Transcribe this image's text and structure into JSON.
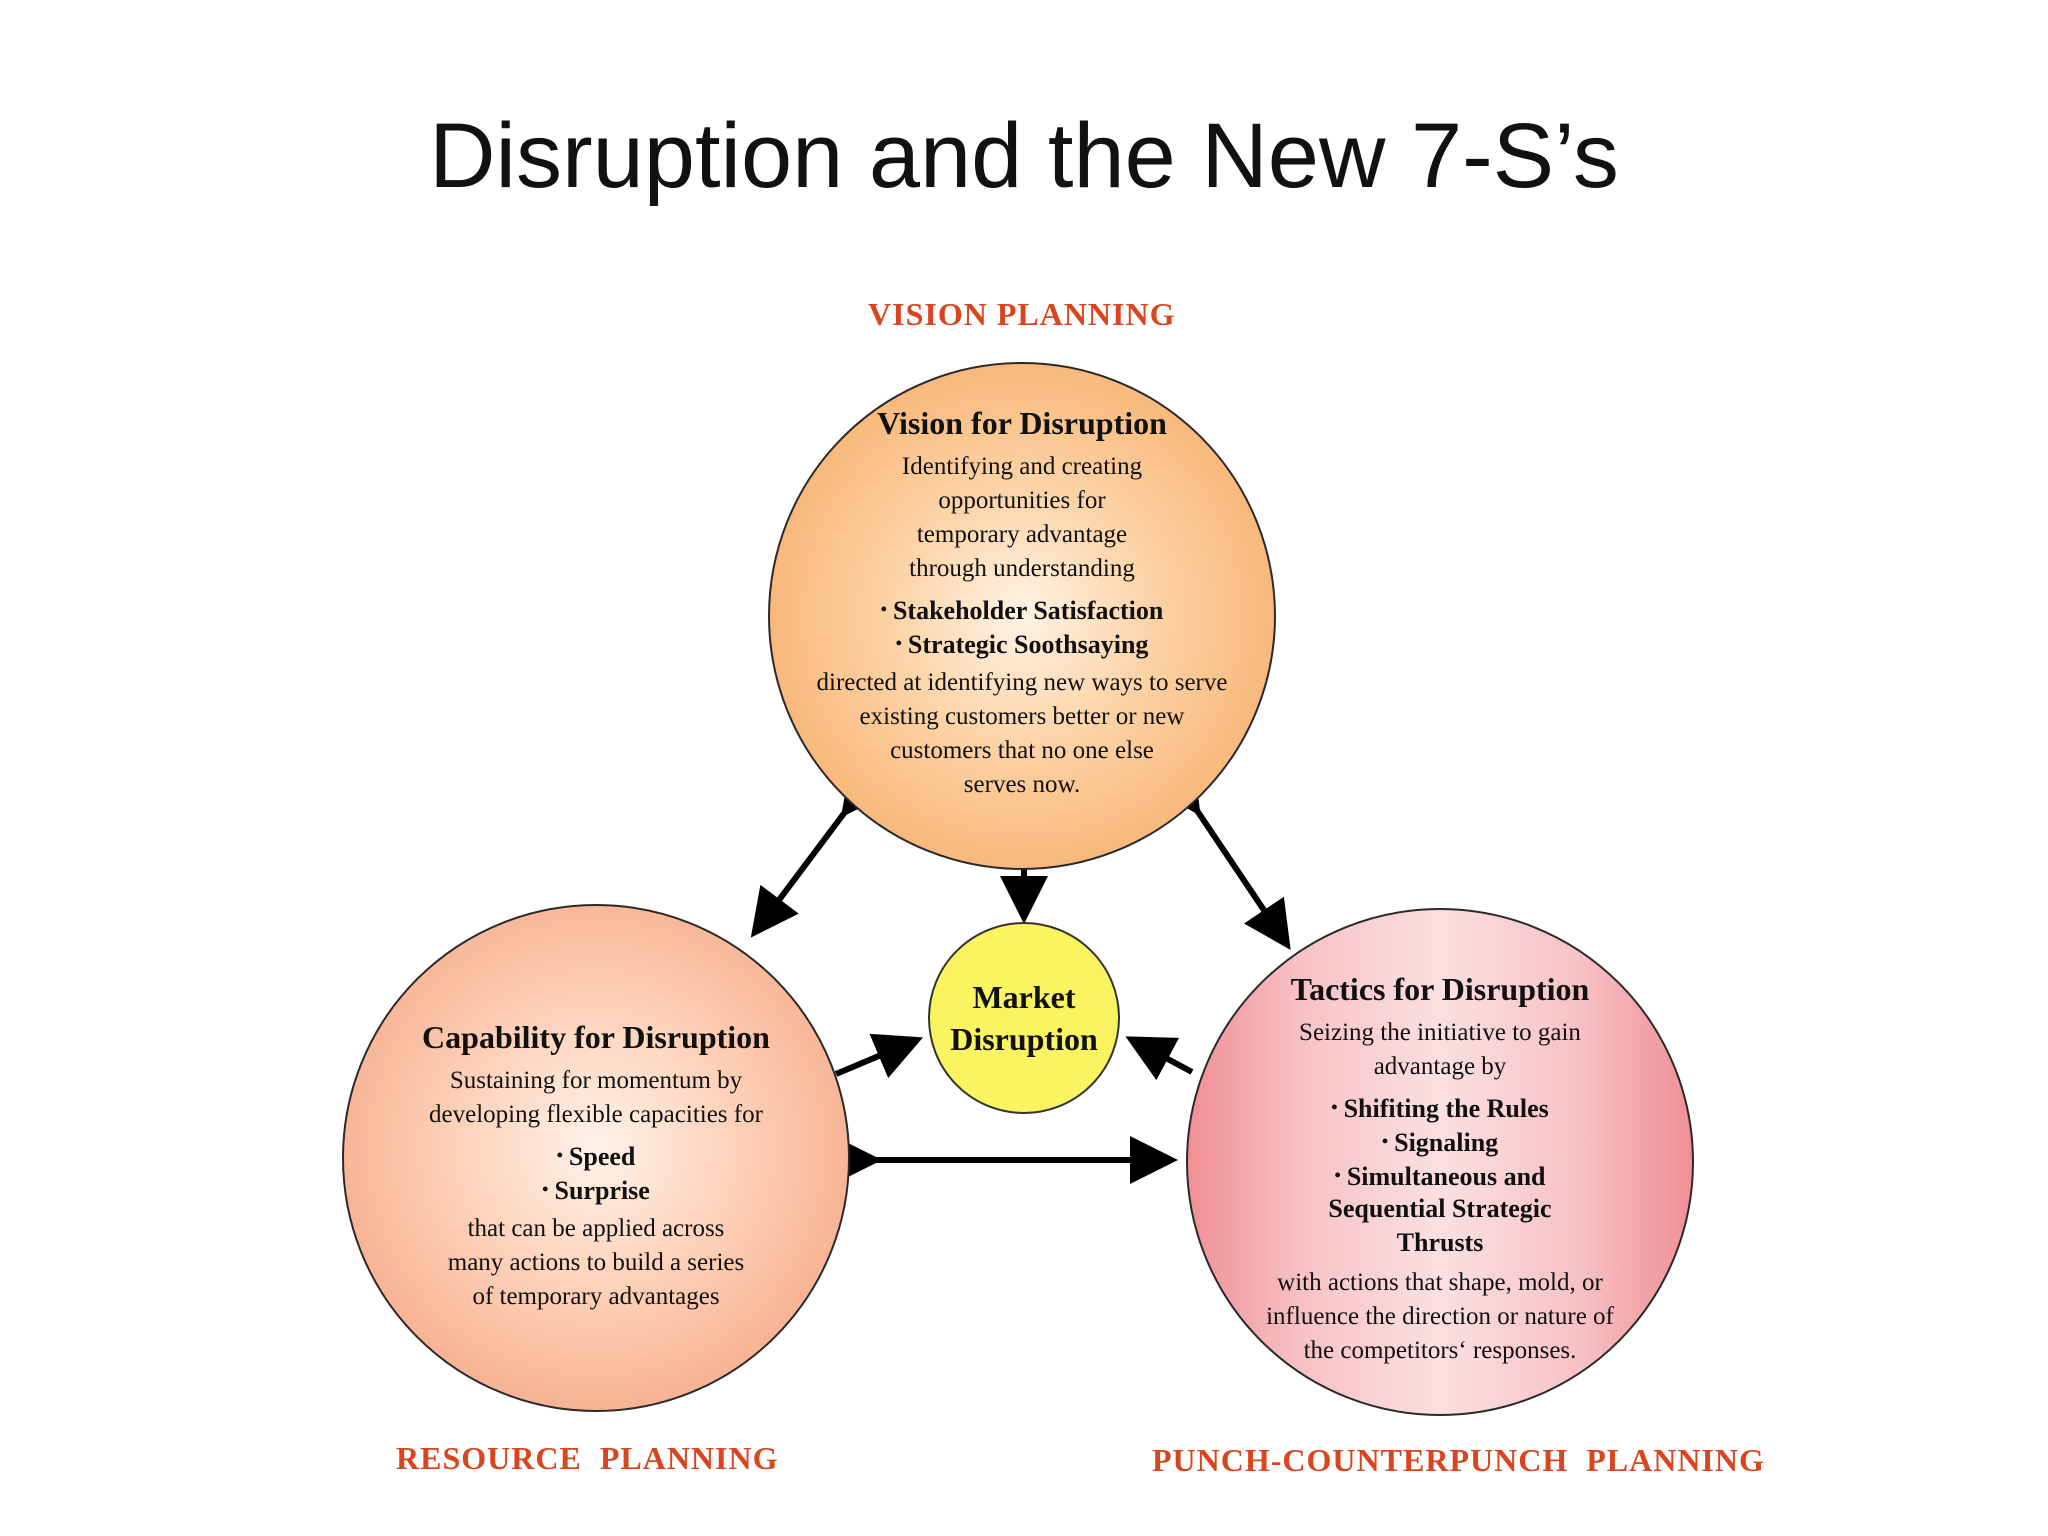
{
  "slide": {
    "title": "Disruption and the New 7-S’s"
  },
  "labels": {
    "vision": "VISION PLANNING",
    "resource": "RESOURCE  PLANNING",
    "punch": "PUNCH-COUNTERPUNCH  PLANNING"
  },
  "vision": {
    "heading": "Vision for Disruption",
    "intro": [
      "Identifying and creating",
      "opportunities for",
      "temporary advantage",
      "through understanding"
    ],
    "bullets": [
      "Stakeholder Satisfaction",
      "Strategic Soothsaying"
    ],
    "outro": [
      "directed at identifying new ways to serve",
      "existing customers better or new",
      "customers that no one else",
      "serves now."
    ]
  },
  "capability": {
    "heading": "Capability for Disruption",
    "intro": [
      "Sustaining for momentum by",
      "developing flexible capacities for"
    ],
    "bullets": [
      "Speed",
      "Surprise"
    ],
    "outro": [
      "that can be applied across",
      "many actions to build a series",
      "of temporary advantages"
    ]
  },
  "tactics": {
    "heading": "Tactics for Disruption",
    "intro": [
      "Seizing the initiative to gain",
      "advantage by"
    ],
    "bullets": [
      "Shifiting the Rules",
      "Signaling",
      "Simultaneous and"
    ],
    "bullet_continuation": [
      "Sequential Strategic",
      "Thrusts"
    ],
    "outro": [
      "with actions that shape, mold, or",
      "influence the direction or nature of",
      "the competitors‘ responses."
    ]
  },
  "market": {
    "line1": "Market",
    "line2": "Disruption"
  },
  "colors": {
    "label_red": "#d9451e",
    "vision_orange": "#f6a25a",
    "capability_salmon": "#f29a74",
    "tactics_pink": "#ef8f95",
    "market_yellow": "#fbf461"
  },
  "bullet_glyph": "•"
}
